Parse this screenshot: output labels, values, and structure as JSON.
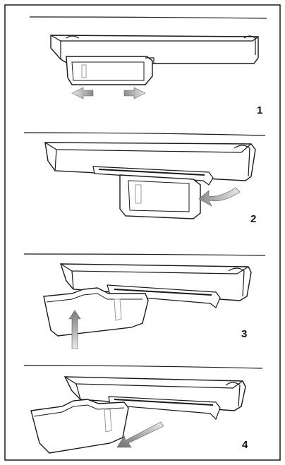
{
  "steps": [
    {
      "number": "1",
      "action": "slide-out-sideways"
    },
    {
      "number": "2",
      "action": "insert-from-right"
    },
    {
      "number": "3",
      "action": "push-up-into-rail"
    },
    {
      "number": "4",
      "action": "pull-out-diagonal"
    }
  ],
  "colors": {
    "line": "#1a1a1a",
    "arrow_dark": "#7a7a7a",
    "arrow_light": "#e6e6e6",
    "fill": "#ffffff"
  }
}
